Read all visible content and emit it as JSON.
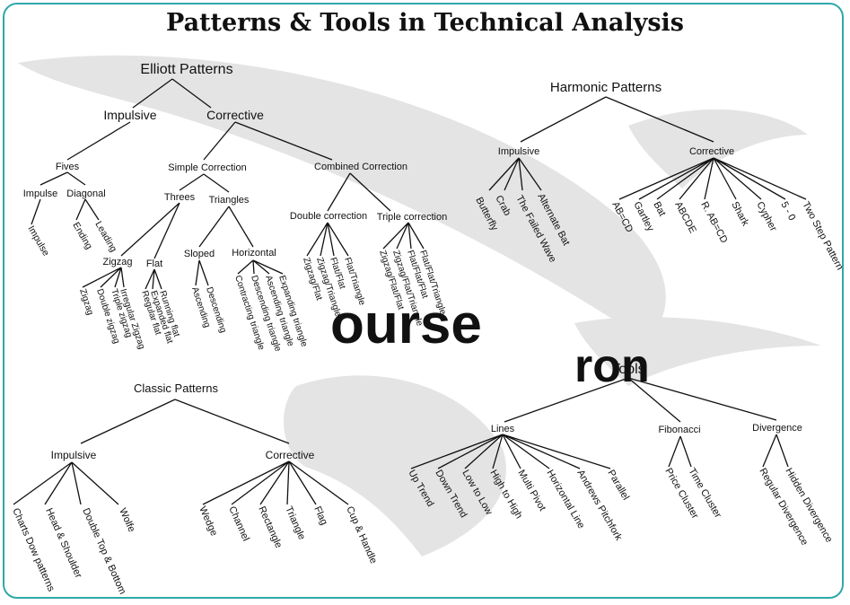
{
  "title": "Patterns & Tools in Technical Analysis",
  "colors": {
    "frame": "#2fa8a8",
    "watermark": "#e4e4e4",
    "text": "#111111"
  },
  "watermark": "ourse",
  "watermark2": "ron",
  "trees": {
    "elliott": {
      "root": "Elliott Patterns",
      "impulsive": "Impulsive",
      "corrective": "Corrective",
      "fives": "Fives",
      "fives_impulse": "Impulse",
      "fives_diagonal": "Diagonal",
      "impulse_leaf": "Impulse",
      "diagonal_leaves": [
        "Ending",
        "Leading"
      ],
      "simple_correction": "Simple Correction",
      "combined_correction": "Combined Correction",
      "threes": "Threes",
      "triangles": "Triangles",
      "zigzag": "Zigzag",
      "zigzag_leaves": [
        "Zigzag",
        "Double zigzag",
        "Triple zigzag",
        "Irregular Zigzag"
      ],
      "flat": "Flat",
      "flat_leaves": [
        "Regular flat",
        "Expanded flat",
        "Running flat"
      ],
      "sloped": "Sloped",
      "sloped_leaves": [
        "Ascending",
        "Descending"
      ],
      "horizontal": "Horizontal",
      "horizontal_leaves": [
        "Contracting triangle",
        "Descending triangle",
        "Ascending triangle",
        "Expanding triangle"
      ],
      "double_correction": "Double correction",
      "double_leaves": [
        "Zigzag/Flat",
        "Zigzag/Triangle",
        "Flat/Flat",
        "Flat/Triangle"
      ],
      "triple_correction": "Triple correction",
      "triple_leaves": [
        "Zigzag/Flat/Flat",
        "Zigzag/Flat/Triangle",
        "Flat/Flat/Flat",
        "Flat/Flat/Triangle"
      ]
    },
    "harmonic": {
      "root": "Harmonic Patterns",
      "impulsive": "Impulsive",
      "impulsive_leaves": [
        "Butterfly",
        "Crab",
        "The Failed Wave",
        "Alternate Bat"
      ],
      "corrective": "Corrective",
      "corrective_leaves": [
        "AB=CD",
        "Gartley",
        "Bat",
        "ABCDE",
        "R. AB=CD",
        "Shark",
        "Cypher",
        "5 - 0",
        "Two Step Pattern"
      ]
    },
    "classic": {
      "root": "Classic Patterns",
      "impulsive": "Impulsive",
      "impulsive_leaves": [
        "Charts Dow patterns",
        "Head & Shoulder",
        "Double Top & Bottom",
        "Wolfe"
      ],
      "corrective": "Corrective",
      "corrective_leaves": [
        "Wedge",
        "Channel",
        "Rectangle",
        "Triangle",
        "Flag",
        "Cup & Handle"
      ]
    },
    "tools": {
      "root": "Tools",
      "lines": "Lines",
      "lines_leaves": [
        "Up Trend",
        "Down Trend",
        "Low to Low",
        "High to High",
        "Multi Pivot",
        "Horizontal Line",
        "Andrews Pitchfork",
        "Parallel"
      ],
      "fibonacci": "Fibonacci",
      "fibonacci_leaves": [
        "Price Cluster",
        "Time Cluster"
      ],
      "divergence": "Divergence",
      "divergence_leaves": [
        "Regular Divergence",
        "Hidden Divergence"
      ]
    }
  }
}
